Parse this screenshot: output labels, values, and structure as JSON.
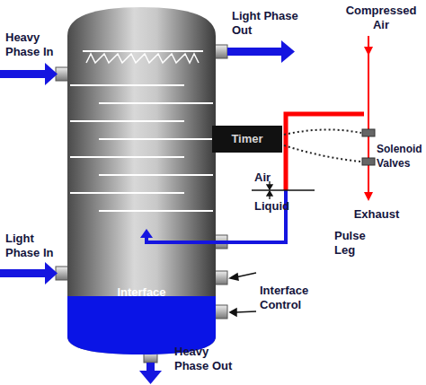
{
  "diagram": {
    "nodes": [
      {
        "text": [
          "Interface"
        ]
      },
      {
        "text": [
          "Timer"
        ]
      }
    ],
    "labels": [
      "Heavy Phase In",
      "Light Phase Out",
      "Compressed Air",
      "Solenoid Valves",
      "Air",
      "Liquid",
      "Exhaust",
      "Pulse Leg",
      "Light Phase In",
      "Interface Control",
      "Heavy Phase Out"
    ]
  }
}
